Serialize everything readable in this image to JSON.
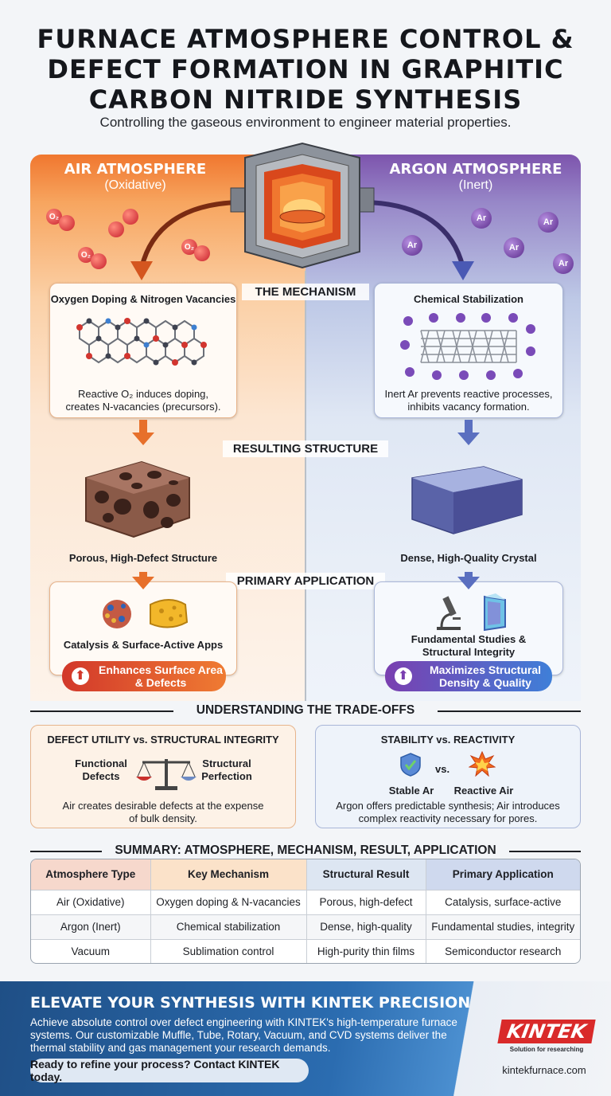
{
  "header": {
    "title_lines": [
      "FURNACE ATMOSPHERE CONTROL &",
      "DEFECT FORMATION IN GRAPHITIC",
      "CARBON NITRIDE SYNTHESIS"
    ],
    "subtitle": "Controlling the gaseous environment to engineer material properties."
  },
  "left": {
    "title": "AIR ATMOSPHERE",
    "subtitle": "(Oxidative)",
    "molecule": "O₂",
    "mechanism_title": "Oxygen Doping & Nitrogen Vacancies",
    "mechanism_desc_1": "Reactive O₂ induces doping,",
    "mechanism_desc_2": "creates N-vacancies (precursors).",
    "structure_label": "Porous, High-Defect Structure",
    "application_label": "Catalysis & Surface-Active Apps",
    "pill_1": "Enhances Surface Area",
    "pill_2": "& Defects",
    "accent": "#e7702b"
  },
  "right": {
    "title": "ARGON ATMOSPHERE",
    "subtitle": "(Inert)",
    "molecule": "Ar",
    "mechanism_title": "Chemical Stabilization",
    "mechanism_desc_1": "Inert Ar prevents reactive processes,",
    "mechanism_desc_2": "inhibits vacancy formation.",
    "structure_label": "Dense, High-Quality Crystal",
    "application_label_1": "Fundamental Studies &",
    "application_label_2": "Structural Integrity",
    "pill_1": "Maximizes Structural",
    "pill_2": "Density & Quality",
    "accent": "#5a6fc0"
  },
  "sections": {
    "mechanism": "THE MECHANISM",
    "structure": "RESULTING STRUCTURE",
    "application": "PRIMARY APPLICATION"
  },
  "tradeoffs": {
    "heading": "UNDERSTANDING THE TRADE-OFFS",
    "card1": {
      "title": "DEFECT UTILITY vs. STRUCTURAL INTEGRITY",
      "left_1": "Functional",
      "left_2": "Defects",
      "right_1": "Structural",
      "right_2": "Perfection",
      "desc_1": "Air creates desirable defects at the expense",
      "desc_2": "of bulk density."
    },
    "card2": {
      "title": "STABILITY vs. REACTIVITY",
      "vs": "vs.",
      "left": "Stable Ar",
      "right": "Reactive Air",
      "desc_1": "Argon offers predictable synthesis; Air introduces",
      "desc_2": "complex reactivity necessary for pores."
    }
  },
  "summary": {
    "heading": "SUMMARY: ATMOSPHERE, MECHANISM, RESULT, APPLICATION",
    "columns": [
      "Atmosphere Type",
      "Key Mechanism",
      "Structural Result",
      "Primary Application"
    ],
    "rows": [
      [
        "Air (Oxidative)",
        "Oxygen doping & N-vacancies",
        "Porous, high-defect",
        "Catalysis, surface-active"
      ],
      [
        "Argon (Inert)",
        "Chemical stabilization",
        "Dense, high-quality",
        "Fundamental studies, integrity"
      ],
      [
        "Vacuum",
        "Sublimation control",
        "High-purity thin films",
        "Semiconductor research"
      ]
    ]
  },
  "footer": {
    "title": "ELEVATE YOUR SYNTHESIS WITH KINTEK PRECISION",
    "desc_1": "Achieve absolute control over defect engineering with KINTEK's high-temperature furnace",
    "desc_2": "systems. Our customizable Muffle, Tube, Rotary, Vacuum, and CVD systems deliver the",
    "desc_3": "thermal stability and gas management your research demands.",
    "cta": "Ready to refine your process? Contact KINTEK today.",
    "logo": "KINTEK",
    "tagline": "Solution for researching",
    "url": "kintekfurnace.com"
  }
}
